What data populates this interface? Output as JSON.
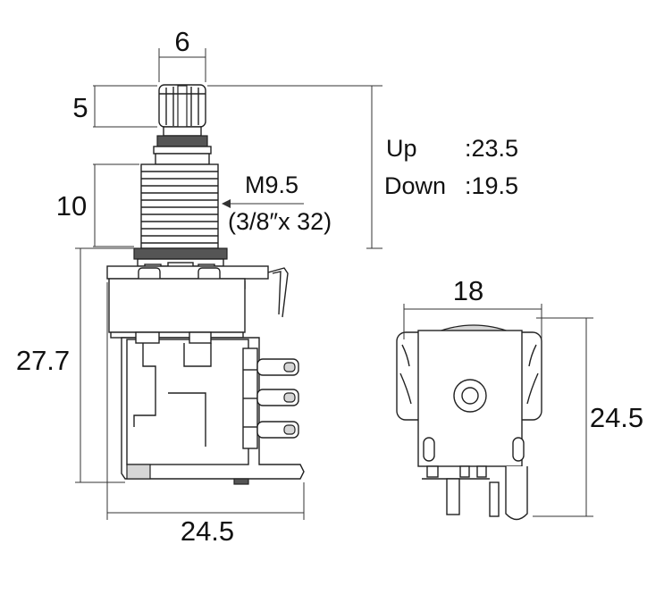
{
  "dimensions": {
    "shaft_width": "6",
    "knurl_height": "5",
    "thread_height": "10",
    "body_height": "27.7",
    "body_width": "24.5",
    "side_width": "18",
    "side_height": "24.5"
  },
  "thread": {
    "size": "M9.5",
    "spec": "(3/8″x 32)"
  },
  "shaft_length": {
    "up_label": "Up",
    "up_value": ":23.5",
    "down_label": "Down",
    "down_value": ":19.5"
  }
}
